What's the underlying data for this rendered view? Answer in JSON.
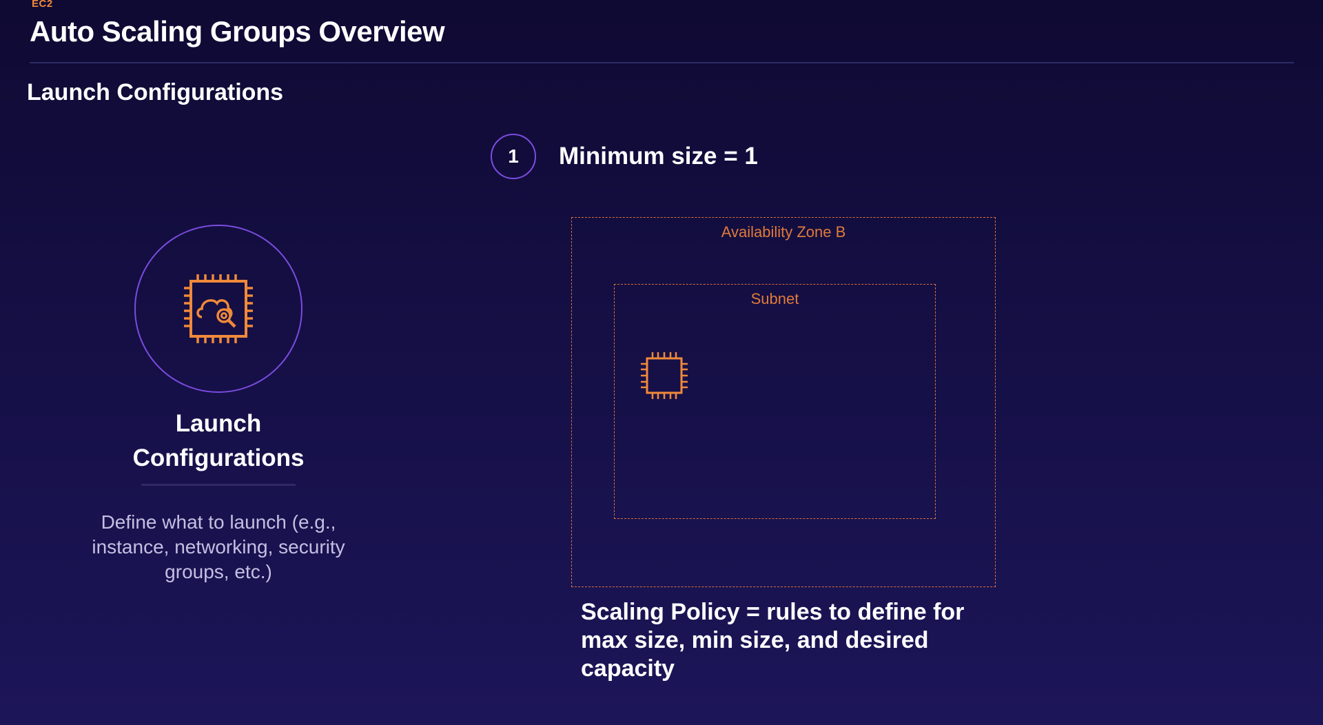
{
  "header": {
    "tag": "EC2",
    "title": "Auto Scaling Groups Overview"
  },
  "section": {
    "title": "Launch Configurations"
  },
  "step": {
    "number": "1",
    "label": "Minimum size = 1"
  },
  "launch_config": {
    "icon": "launch-configuration-icon",
    "title": "Launch Configurations",
    "description": "Define what to launch (e.g., instance, networking, security groups, etc.)"
  },
  "diagram": {
    "availability_zone_label": "Availability Zone B",
    "subnet_label": "Subnet",
    "instance_icon": "ec2-instance-icon"
  },
  "scaling_policy": {
    "text": "Scaling Policy = rules to define for max size, min size, and desired capacity"
  },
  "colors": {
    "background": "#150f45",
    "accent_orange": "#f0893a",
    "accent_purple": "#7c4ce0",
    "text_primary": "#ffffff",
    "text_secondary": "#c3c0e2"
  }
}
